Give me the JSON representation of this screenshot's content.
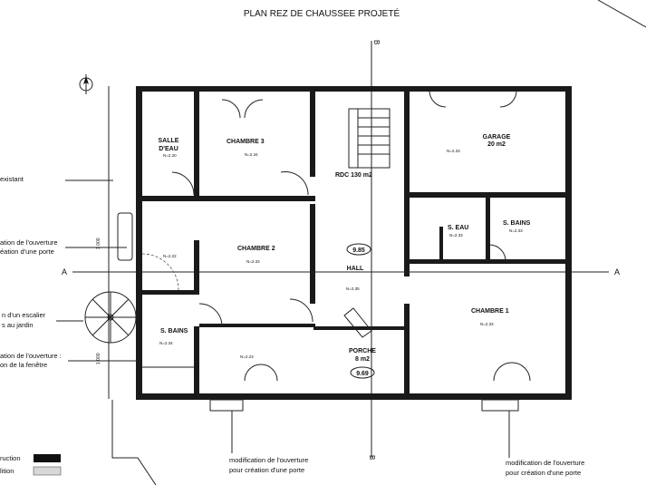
{
  "title": "PLAN REZ DE CHAUSSEE PROJETÉ",
  "section_markers": {
    "a": "A",
    "b": "B"
  },
  "rooms": {
    "salle_eau": {
      "name1": "SALLE",
      "name2": "D'EAU",
      "level": "N=2.20"
    },
    "chambre3": {
      "name": "CHAMBRE 3",
      "level": "N=2.34"
    },
    "rdc": {
      "area": "RDC 130 m2"
    },
    "garage": {
      "name": "GARAGE",
      "area": "20 m2",
      "level": "N=2.33"
    },
    "s_eau": {
      "name": "S. EAU",
      "level": "N=2.33"
    },
    "s_bains_right": {
      "name": "S. BAINS",
      "level": "N=2.33"
    },
    "left_room": {
      "level": "N=2.22"
    },
    "chambre2": {
      "name": "CHAMBRE 2",
      "level": "N=2.33"
    },
    "hall": {
      "name": "HALL",
      "level": "N=2.35",
      "tag": "9.85"
    },
    "s_bains_left": {
      "name": "S. BAINS",
      "level": "N=2.34"
    },
    "bottom_room": {
      "level": "N=2.23"
    },
    "porche": {
      "name": "PORCHE",
      "area": "8 m2",
      "tag": "9.69"
    },
    "chambre1": {
      "name": "CHAMBRE 1",
      "level": "N=2.33"
    }
  },
  "annotations": {
    "existing": "existant",
    "opening1_l1": "ation de l'ouverture",
    "opening1_l2": "éation d'une porte",
    "stair_l1": "n d'un escalier",
    "stair_l2": "s au jardin",
    "opening2_l1": "ation de l'ouverture :",
    "opening2_l2": "on de la fenêtre",
    "bottom_mid_l1": "modification de l'ouverture",
    "bottom_mid_l2": "pour création d'une porte",
    "bottom_right_l1": "modification de l'ouverture",
    "bottom_right_l2": "pour création d'une porte",
    "dim1": "1 000",
    "dim2": "1 000"
  },
  "legend": [
    {
      "label": "ruction",
      "color": "#111111"
    },
    {
      "label": "lition",
      "color": "#d8d8d8"
    }
  ]
}
